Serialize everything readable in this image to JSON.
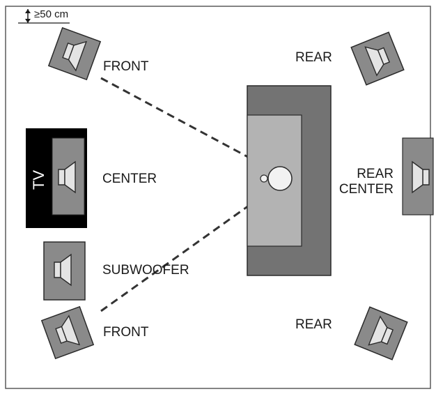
{
  "distance_note": "≥50 cm",
  "labels": {
    "front_top": "FRONT",
    "front_bottom": "FRONT",
    "rear_top": "REAR",
    "rear_bottom": "REAR",
    "center": "CENTER",
    "tv": "TV",
    "rear_center_line1": "REAR",
    "rear_center_line2": "CENTER",
    "subwoofer": "SUBWOOFER"
  },
  "colors": {
    "speaker_box": "#8a8a8a",
    "speaker_cone": "#e4e4e4",
    "sofa_outer": "#737373",
    "sofa_seat": "#b3b3b3",
    "tv": "#000000",
    "listener": "#f2f2f2",
    "line": "#333333"
  }
}
